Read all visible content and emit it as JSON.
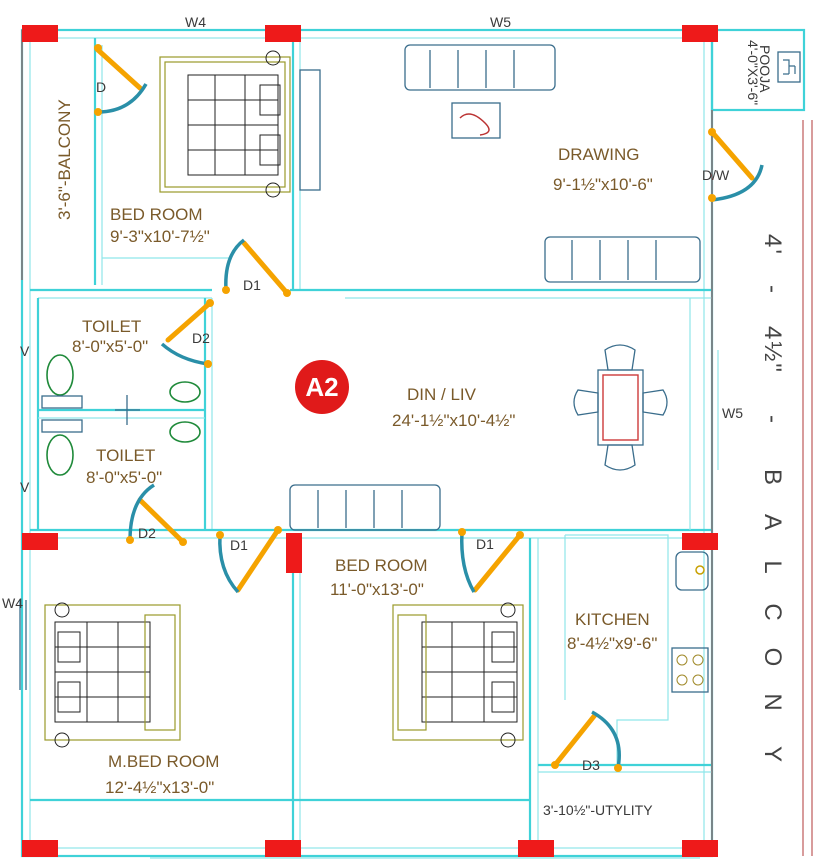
{
  "plan_marker": "A2",
  "rooms": {
    "balcony_left": "3'-6\"-BALCONY",
    "bedroom_top_name": "BED ROOM",
    "bedroom_top_size": "9'-3\"x10'-7½\"",
    "drawing_name": "DRAWING",
    "drawing_size": "9'-1½\"x10'-6\"",
    "pooja_name": "POOJA",
    "pooja_size": "4'-0\"X3'-6\"",
    "toilet1_name": "TOILET",
    "toilet1_size": "8'-0\"x5'-0\"",
    "toilet2_name": "TOILET",
    "toilet2_size": "8'-0\"x5'-0\"",
    "din_liv_name": "DIN / LIV",
    "din_liv_size": "24'-1½\"x10'-4½\"",
    "bedroom_mid_name": "BED ROOM",
    "bedroom_mid_size": "11'-0\"x13'-0\"",
    "kitchen_name": "KITCHEN",
    "kitchen_size": "8'-4½\"x9'-6\"",
    "mbed_name": "M.BED ROOM",
    "mbed_size": "12'-4½\"x13'-0\"",
    "utility": "3'-10½\"-UTYLITY"
  },
  "balcony_right": {
    "size_chars": [
      "4'",
      "-",
      "4½\"",
      "-"
    ],
    "word_chars": [
      "B",
      "A",
      "L",
      "C",
      "O",
      "N",
      "Y"
    ]
  },
  "openings": {
    "w4_top": "W4",
    "w5_top": "W5",
    "w5_right": "W5",
    "w4_left": "W4",
    "v_upper": "V",
    "v_lower": "V",
    "d_top_left": "D",
    "d1_top": "D1",
    "dw": "D/W",
    "d2_upper": "D2",
    "d2_lower": "D2",
    "d1_mbed": "D1",
    "d1_bed": "D1",
    "d3": "D3"
  },
  "colors": {
    "wall": "#3fd2d8",
    "column": "#ee1a1a",
    "door_leaf": "#f5a300",
    "door_swing": "#2a8fa8",
    "label": "#7a5a2a",
    "marker": "#e01a1a"
  }
}
